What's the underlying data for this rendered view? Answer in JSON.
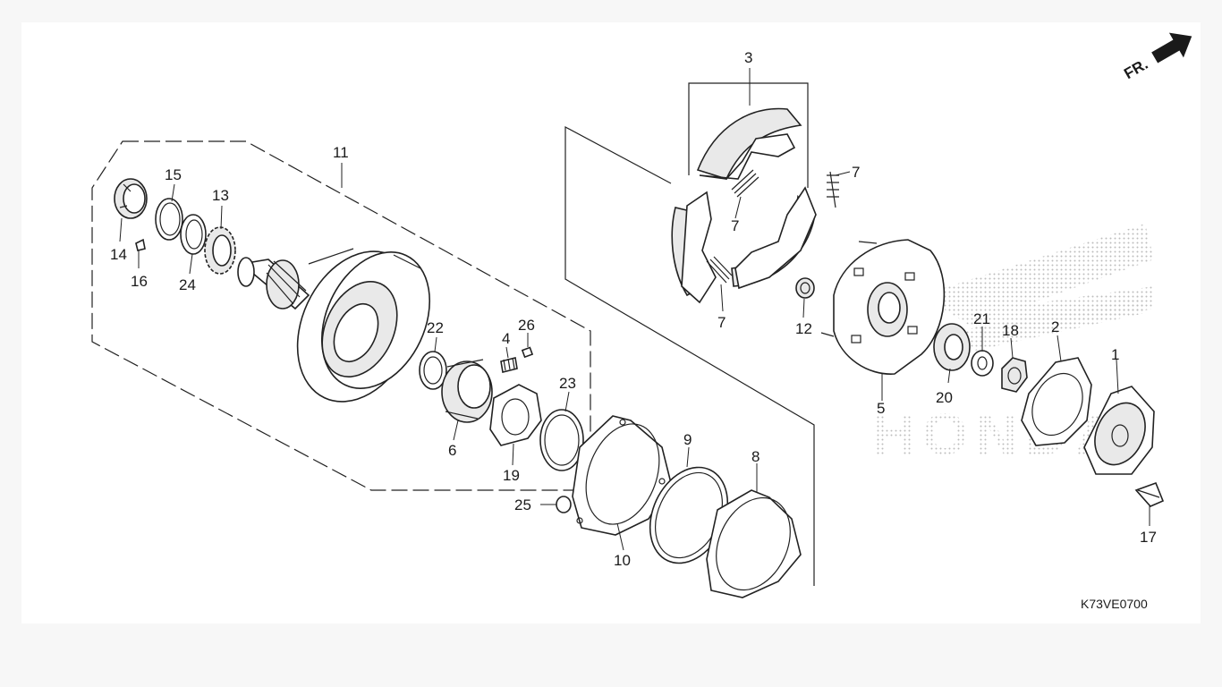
{
  "diagram": {
    "direction_label": "FR.",
    "diagram_code": "K73VE0700",
    "watermark_text": "HONDA",
    "parts": [
      {
        "id": "p1",
        "number": "1"
      },
      {
        "id": "p2",
        "number": "2"
      },
      {
        "id": "p3",
        "number": "3"
      },
      {
        "id": "p4",
        "number": "4"
      },
      {
        "id": "p5",
        "number": "5"
      },
      {
        "id": "p6",
        "number": "6"
      },
      {
        "id": "p7a",
        "number": "7"
      },
      {
        "id": "p7b",
        "number": "7"
      },
      {
        "id": "p7c",
        "number": "7"
      },
      {
        "id": "p8",
        "number": "8"
      },
      {
        "id": "p9",
        "number": "9"
      },
      {
        "id": "p10",
        "number": "10"
      },
      {
        "id": "p11",
        "number": "11"
      },
      {
        "id": "p12",
        "number": "12"
      },
      {
        "id": "p13",
        "number": "13"
      },
      {
        "id": "p14",
        "number": "14"
      },
      {
        "id": "p15",
        "number": "15"
      },
      {
        "id": "p16",
        "number": "16"
      },
      {
        "id": "p17",
        "number": "17"
      },
      {
        "id": "p18",
        "number": "18"
      },
      {
        "id": "p19",
        "number": "19"
      },
      {
        "id": "p20",
        "number": "20"
      },
      {
        "id": "p21",
        "number": "21"
      },
      {
        "id": "p22",
        "number": "22"
      },
      {
        "id": "p23",
        "number": "23"
      },
      {
        "id": "p24",
        "number": "24"
      },
      {
        "id": "p25",
        "number": "25"
      },
      {
        "id": "p26",
        "number": "26"
      }
    ]
  }
}
